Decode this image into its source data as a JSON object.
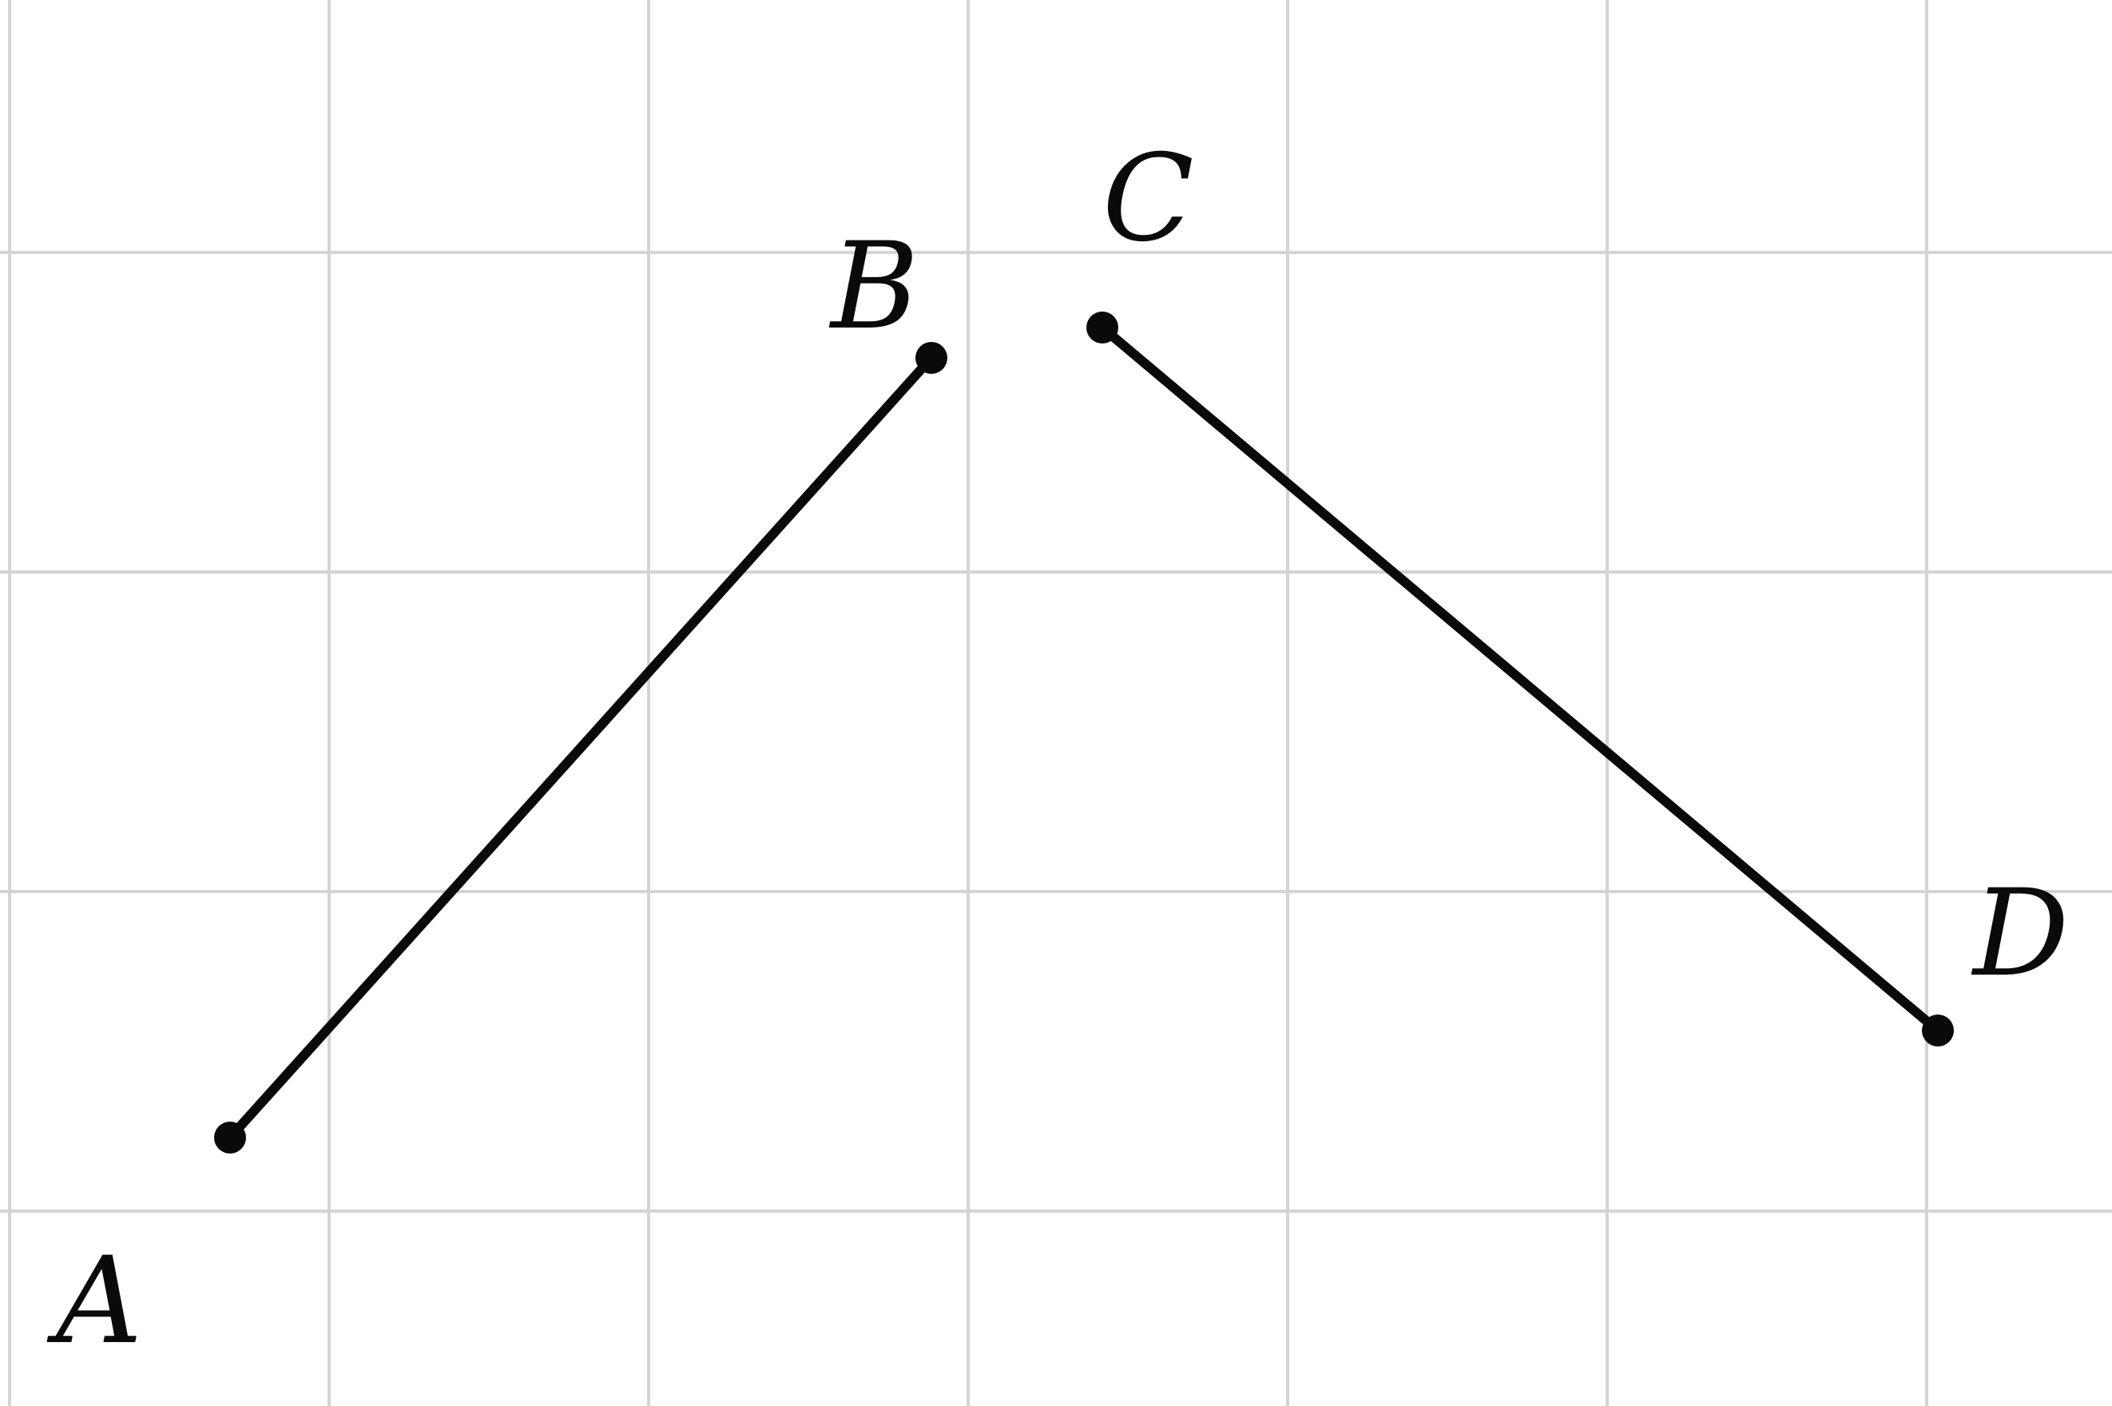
{
  "diagram": {
    "background": "#ffffff",
    "grid_color": "#d4d4d4",
    "ink_color": "#0a0a0a",
    "points": {
      "A": {
        "label": "A"
      },
      "B": {
        "label": "B"
      },
      "C": {
        "label": "C"
      },
      "D": {
        "label": "D"
      }
    },
    "segments": [
      {
        "from": "A",
        "to": "B"
      },
      {
        "from": "C",
        "to": "D"
      }
    ]
  }
}
